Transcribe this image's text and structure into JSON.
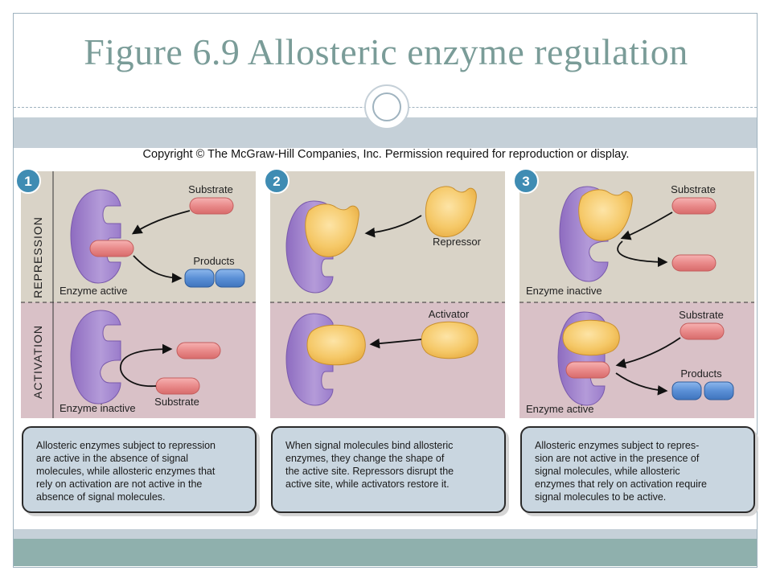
{
  "slide": {
    "title": "Figure 6.9 Allosteric enzyme regulation",
    "copyright": "Copyright © The McGraw-Hill Companies, Inc. Permission required for reproduction or display."
  },
  "figure": {
    "row_labels": [
      "REPRESSION",
      "ACTIVATION"
    ],
    "panels": [
      {
        "number": "1",
        "repression": {
          "labels": [
            "Substrate",
            "Products",
            "Enzyme active"
          ]
        },
        "activation": {
          "labels": [
            "Enzyme inactive",
            "Substrate"
          ]
        },
        "description": [
          "Allosteric enzymes subject to repression",
          "are active in the absence of signal",
          "molecules, while allosteric enzymes that",
          "rely on activation are not active in the",
          "absence of signal molecules."
        ]
      },
      {
        "number": "2",
        "repression": {
          "labels": [
            "Repressor"
          ]
        },
        "activation": {
          "labels": [
            "Activator"
          ]
        },
        "description": [
          "When signal molecules bind allosteric",
          "enzymes, they change the shape of",
          "the active site.  Repressors disrupt the",
          "active site, while activators restore it."
        ]
      },
      {
        "number": "3",
        "repression": {
          "labels": [
            "Substrate",
            "Enzyme inactive"
          ]
        },
        "activation": {
          "labels": [
            "Substrate",
            "Products",
            "Enzyme active"
          ]
        },
        "description": [
          "Allosteric enzymes subject to repres-",
          "sion are not active in the presence of",
          "signal molecules, while allosteric",
          "enzymes that rely on activation require",
          "signal molecules to be active."
        ]
      }
    ],
    "colors": {
      "enzyme": "#a98bd0",
      "substrate": "#e98a8a",
      "product": "#5a8fd6",
      "signal_molecule": "#f5c867",
      "repression_bg": "#d9d3c7",
      "activation_bg": "#d9c1c7",
      "number_badge": "#3f8cb3"
    }
  }
}
